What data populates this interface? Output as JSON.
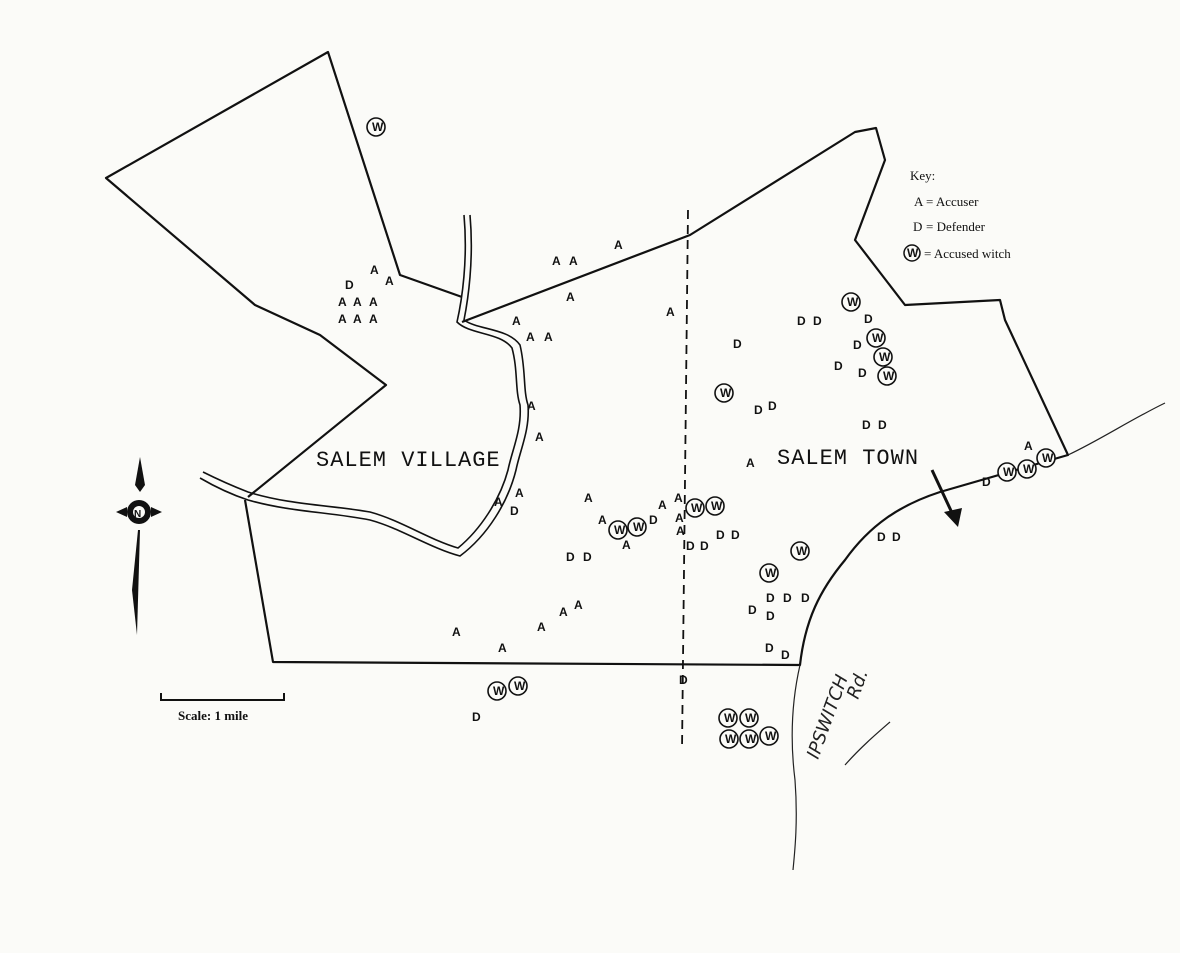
{
  "map": {
    "village_label": "SALEM VILLAGE",
    "town_label": "SALEM TOWN",
    "road_label_line1": "IPSWITCH",
    "road_label_line2": "Rd.",
    "compass_letter": "N",
    "scale_label": "Scale: 1 mile"
  },
  "key": {
    "title": "Key:",
    "accuser_symbol": "A",
    "accuser_label": "= Accuser",
    "defender_symbol": "D",
    "defender_label": "= Defender",
    "witch_symbol": "W",
    "witch_label": "= Accused witch"
  },
  "colors": {
    "ink": "#111111",
    "paper": "#fbfbf8"
  }
}
